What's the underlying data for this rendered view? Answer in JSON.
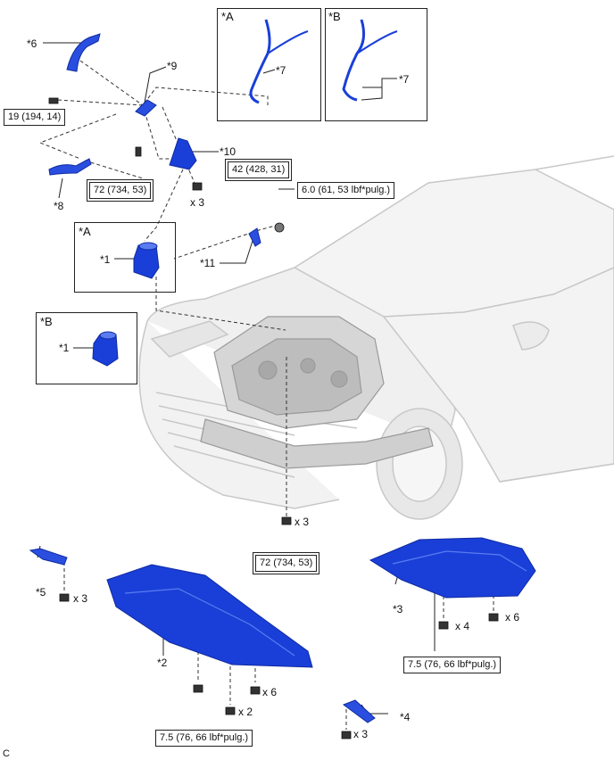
{
  "colors": {
    "part_blue": "#1a3fd8",
    "part_blue_dark": "#0f2aa0",
    "part_blue_light": "#5a7cf0",
    "car_gray": "#d8d8d8",
    "line": "#222222"
  },
  "panels": {
    "panel_a_top": "*A",
    "panel_b_top": "*B",
    "panel_a_left": "*A",
    "panel_b_left": "*B"
  },
  "callouts": {
    "c1a": "*1",
    "c1b": "*1",
    "c2": "*2",
    "c3": "*3",
    "c4": "*4",
    "c5": "*5",
    "c6": "*6",
    "c7a": "*7",
    "c7b": "*7",
    "c8": "*8",
    "c9": "*9",
    "c10": "*10",
    "c11": "*11"
  },
  "torque": {
    "t_19": "19 (194, 14)",
    "t_72_top": "72 (734, 53)",
    "t_42": "42 (428, 31)",
    "t_6": "6.0 (61, 53 lbf*pulg.)",
    "t_72_bottom": "72 (734, 53)",
    "t_75_left": "7.5 (76, 66 lbf*pulg.)",
    "t_75_right": "7.5 (76, 66 lbf*pulg.)"
  },
  "quantities": {
    "q_42": "x 3",
    "q_72": "x 3",
    "q_5": "x 3",
    "q_3_x4": "x 4",
    "q_3_x6": "x 6",
    "q_2_x6": "x 6",
    "q_2_x2": "x 2",
    "q_4": "x 3"
  },
  "footer_code": "C"
}
